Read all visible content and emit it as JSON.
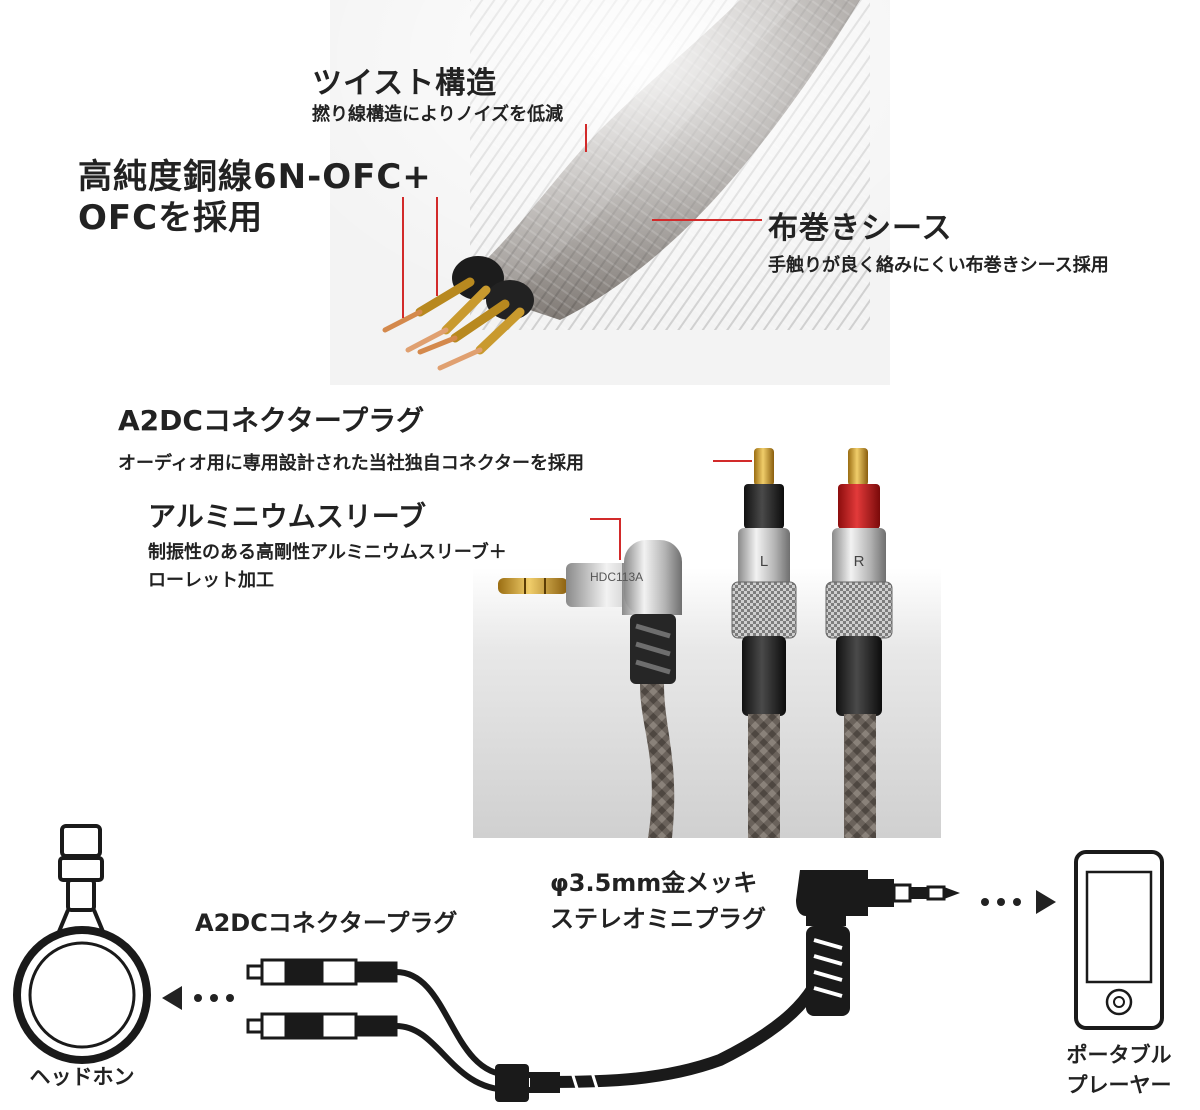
{
  "features": {
    "twist_title": "ツイスト構造",
    "twist_desc": "撚り線構造によりノイズを低減",
    "ofc_line1": "高純度銅線6N-OFC+",
    "ofc_line2": "OFCを採用",
    "sheath_title": "布巻きシース",
    "sheath_desc": "手触りが良く絡みにくい布巻きシース採用",
    "a2dc_title": "A2DCコネクタープラグ",
    "a2dc_desc": "オーディオ用に専用設計された当社独自コネクターを採用",
    "sleeve_title": "アルミニウムスリーブ",
    "sleeve_desc1": "制振性のある高剛性アルミニウムスリーブ＋",
    "sleeve_desc2": "ローレット加工"
  },
  "product": {
    "model": "HDC113A",
    "left_mark": "L",
    "right_mark": "R"
  },
  "diagram": {
    "a2dc_label": "A2DCコネクタープラグ",
    "plug_line1": "φ3.5mm金メッキ",
    "plug_line2": "ステレオミニプラグ",
    "headphone_label": "ヘッドホン",
    "player_line1": "ポータブル",
    "player_line2": "プレーヤー"
  },
  "colors": {
    "callout_red": "#d22a2a",
    "cable_brown": "#5e5650",
    "copper": "#d4894c",
    "gold": "#c99a2e"
  }
}
